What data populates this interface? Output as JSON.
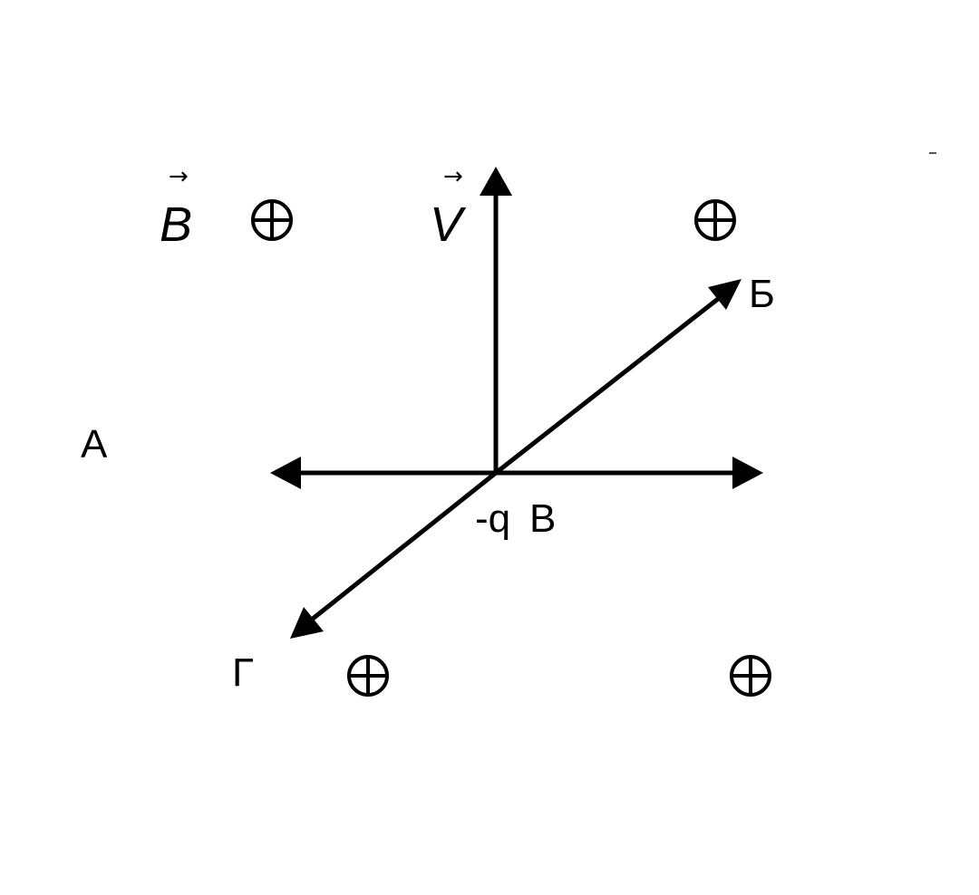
{
  "field": {
    "vector_letter": "B",
    "vector_arrow": "→",
    "direction_symbol": "⊕"
  },
  "velocity": {
    "vector_letter": "V",
    "vector_arrow": "→"
  },
  "charge_label": "-q",
  "directions": {
    "a": "А",
    "b": "Б",
    "v": "В",
    "g": "Г"
  },
  "colors": {
    "ink": "#000000",
    "background": "#ffffff"
  }
}
